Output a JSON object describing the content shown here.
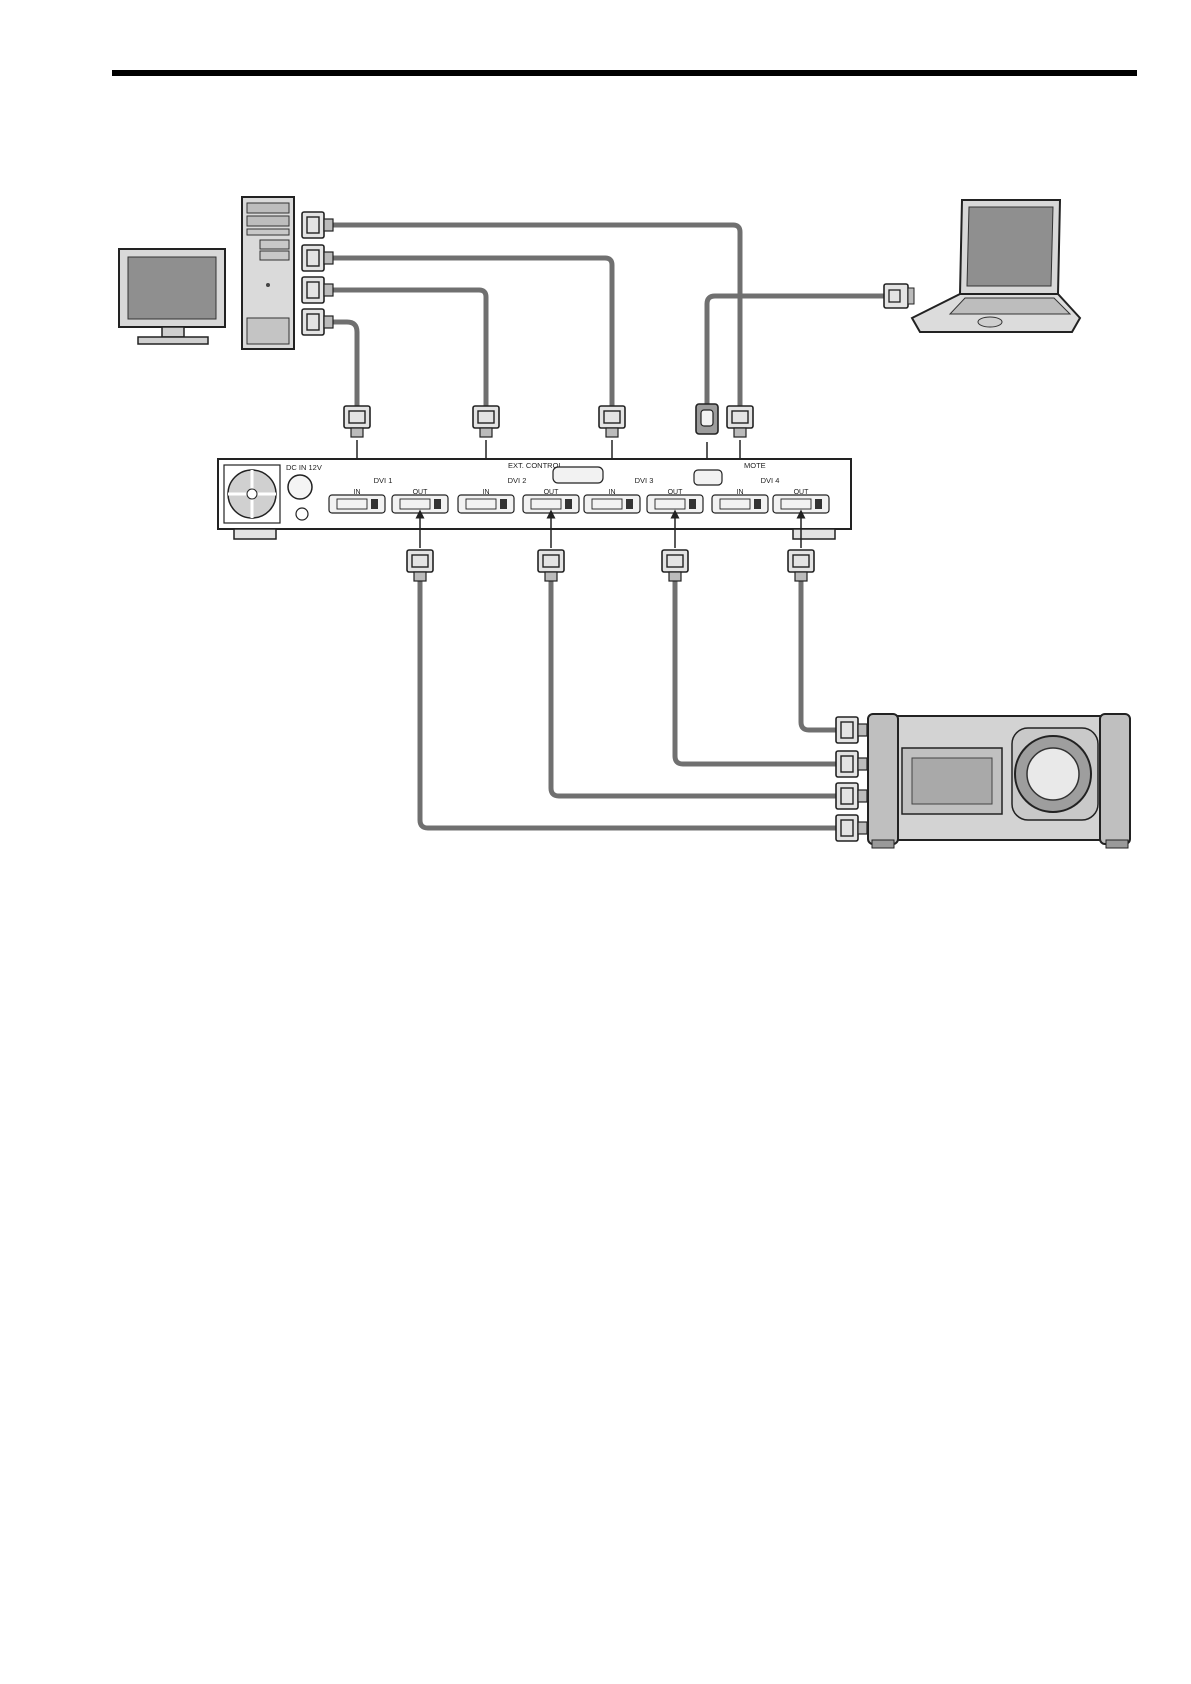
{
  "unit": {
    "power_label": "DC IN 12V",
    "ext_control_label": "EXT. CONTROL",
    "remote_label": "MOTE",
    "groups": [
      {
        "name": "DVI 1",
        "in_label": "IN",
        "out_label": "OUT"
      },
      {
        "name": "DVI 2",
        "in_label": "IN",
        "out_label": "OUT"
      },
      {
        "name": "DVI 3",
        "in_label": "IN",
        "out_label": "OUT"
      },
      {
        "name": "DVI 4",
        "in_label": "IN",
        "out_label": "OUT"
      }
    ]
  },
  "colors": {
    "cable": "#707070",
    "device_fill": "#d7d7d7",
    "device_dark": "#9a9a9a",
    "screen": "#8c8c8c",
    "rule": "#000000"
  },
  "icons": [
    "monitor-icon",
    "pc-tower-icon",
    "laptop-icon",
    "projector-icon",
    "dvi-connector-icon",
    "rs232-connector-icon"
  ]
}
